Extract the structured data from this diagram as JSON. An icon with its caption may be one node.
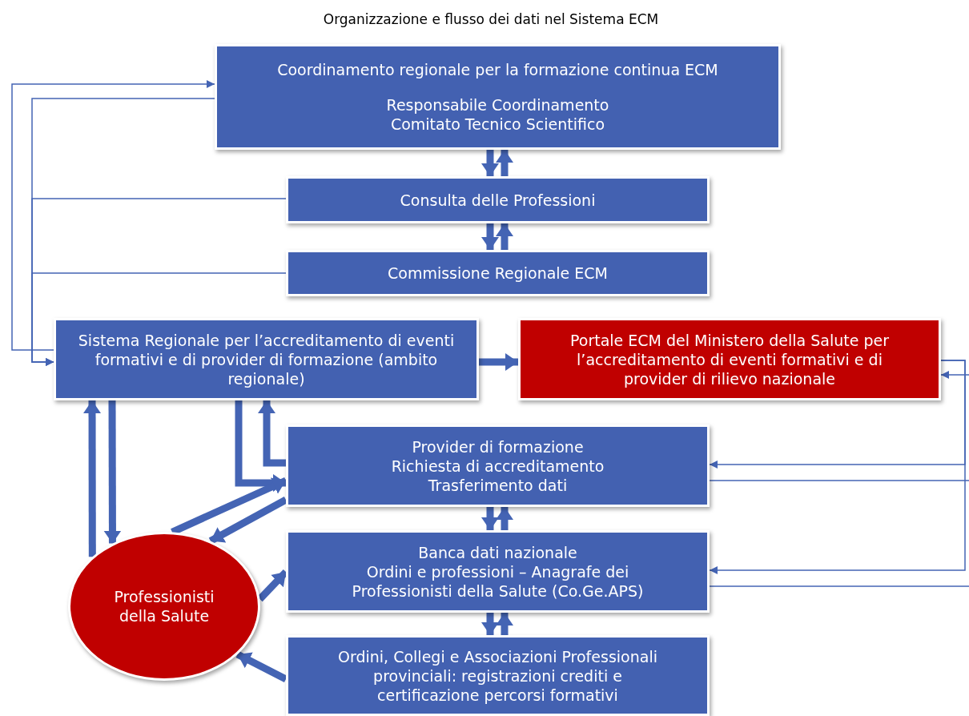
{
  "diagram": {
    "title": "Organizzazione e flusso dei dati nel Sistema ECM",
    "nodes": [
      {
        "text": [
          "Coordinamento regionale per la formazione continua ECM",
          "Responsabile Coordinamento Comitato Tecnico Scientifico"
        ]
      },
      {
        "text": [
          "Consulta delle Professioni"
        ]
      },
      {
        "text": [
          "Commissione Regionale ECM"
        ]
      },
      {
        "text": [
          "Sistema Regionale per l’accreditamento di eventi formativi e di provider di formazione (ambito regionale)"
        ]
      },
      {
        "text": [
          "Portale ECM del Ministero della Salute per l’accreditamento di eventi formativi e di provider di rilievo nazionale"
        ]
      },
      {
        "text": [
          "Provider di formazione",
          "Richiesta di accreditamento",
          "Trasferimento dati"
        ]
      },
      {
        "text": [
          "Banca dati nazionale",
          "Ordini e professioni – Anagrafe dei Professionisti della Salute (Co.Ge.APS)"
        ]
      },
      {
        "text": [
          "Ordini, Collegi e Associazioni Professionali provinciali: registrazioni crediti e certificazione percorsi formativi"
        ]
      },
      {
        "text": [
          "Professionisti della Salute"
        ]
      }
    ],
    "edges": [
      {
        "from": 0,
        "to": 1,
        "arrow": "to"
      },
      {
        "from": 1,
        "to": 0,
        "arrow": "to"
      },
      {
        "from": 1,
        "to": 2,
        "arrow": "to"
      },
      {
        "from": 2,
        "to": 1,
        "arrow": "to"
      },
      {
        "from": 3,
        "to": 0,
        "arrow": "to"
      },
      {
        "from": 0,
        "to": 3,
        "arrow": "to"
      },
      {
        "from": 1,
        "to": 3,
        "arrow": "to"
      },
      {
        "from": 2,
        "to": 3,
        "arrow": "to"
      },
      {
        "from": 3,
        "to": 4,
        "arrow": "to"
      },
      {
        "from": 3,
        "to": 8,
        "arrow": "to"
      },
      {
        "from": 8,
        "to": 3,
        "arrow": "to"
      },
      {
        "from": 3,
        "to": 5,
        "arrow": "to"
      },
      {
        "from": 5,
        "to": 3,
        "arrow": "to"
      },
      {
        "from": 8,
        "to": 5,
        "arrow": "to"
      },
      {
        "from": 5,
        "to": 8,
        "arrow": "to"
      },
      {
        "from": 4,
        "to": 5,
        "arrow": "to"
      },
      {
        "from": 4,
        "to": 6,
        "arrow": "to"
      },
      {
        "from": null,
        "to": 4,
        "arrow": "to"
      },
      {
        "from": 5,
        "to": null,
        "arrow": "none"
      },
      {
        "from": 6,
        "to": null,
        "arrow": "none"
      },
      {
        "from": 8,
        "to": 6,
        "arrow": "to"
      },
      {
        "from": 5,
        "to": 6,
        "arrow": "to"
      },
      {
        "from": 6,
        "to": 5,
        "arrow": "to"
      },
      {
        "from": 6,
        "to": 7,
        "arrow": "to"
      },
      {
        "from": 7,
        "to": 6,
        "arrow": "to"
      },
      {
        "from": 7,
        "to": 8,
        "arrow": "to"
      }
    ]
  }
}
